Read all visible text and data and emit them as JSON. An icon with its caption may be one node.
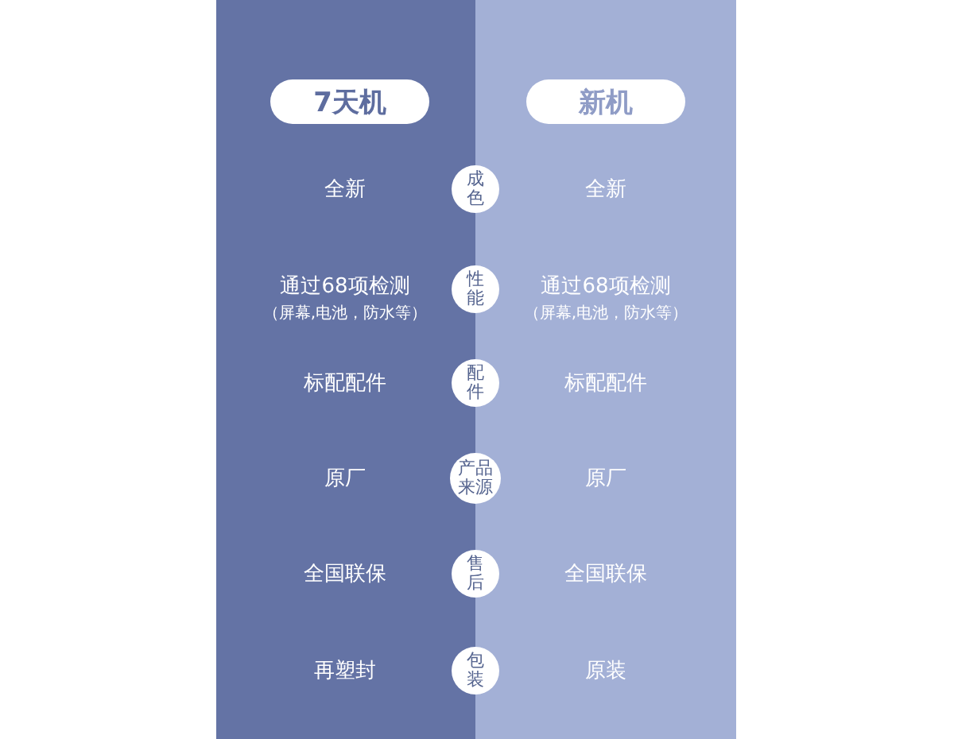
{
  "diagram": {
    "nodes": [
      {
        "text": [
          "7天机"
        ]
      },
      {
        "text": [
          "新机"
        ]
      },
      {
        "text": [
          "成色"
        ]
      },
      {
        "text": [
          "性能"
        ]
      },
      {
        "text": [
          "配件"
        ]
      },
      {
        "text": [
          "产品来源"
        ]
      },
      {
        "text": [
          "售后"
        ]
      },
      {
        "text": [
          "包装"
        ]
      }
    ],
    "labels": [
      "全新",
      "全新",
      "通过68项检测",
      "（屏幕,电池，防水等）",
      "通过68项检测",
      "（屏幕,电池，防水等）",
      "标配配件",
      "标配配件",
      "原厂",
      "原厂",
      "全国联保",
      "全国联保",
      "再塑封",
      "原装"
    ]
  }
}
